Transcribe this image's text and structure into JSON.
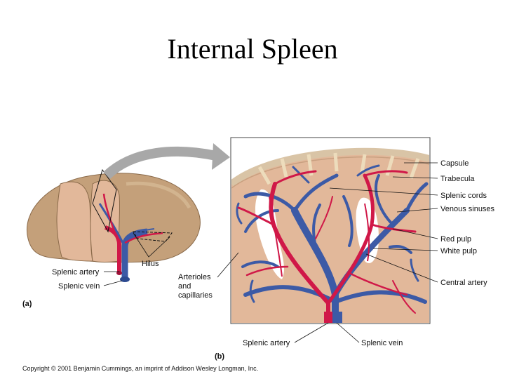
{
  "title": "Internal Spleen",
  "panel_a": {
    "tag": "(a)",
    "labels": {
      "splenic_artery": "Splenic artery",
      "splenic_vein": "Splenic vein",
      "hilus": "Hilus"
    }
  },
  "panel_b": {
    "tag": "(b)",
    "labels": {
      "capsule": "Capsule",
      "trabecula": "Trabecula",
      "splenic_cords": "Splenic cords",
      "venous_sinuses": "Venous sinuses",
      "red_pulp": "Red pulp",
      "white_pulp": "White pulp",
      "central_artery": "Central artery",
      "arterioles_1": "Arterioles",
      "arterioles_2": "and",
      "arterioles_3": "capillaries",
      "splenic_artery": "Splenic artery",
      "splenic_vein": "Splenic vein"
    }
  },
  "copyright": "Copyright © 2001 Benjamin Cummings, an imprint of Addison Wesley Longman, Inc.",
  "colors": {
    "organ": "#c4a07a",
    "tissue": "#e2b89a",
    "vein": "#3c5aa6",
    "artery": "#d01848",
    "white_pulp": "#ffffff",
    "arrow": "#a0a0a0"
  }
}
